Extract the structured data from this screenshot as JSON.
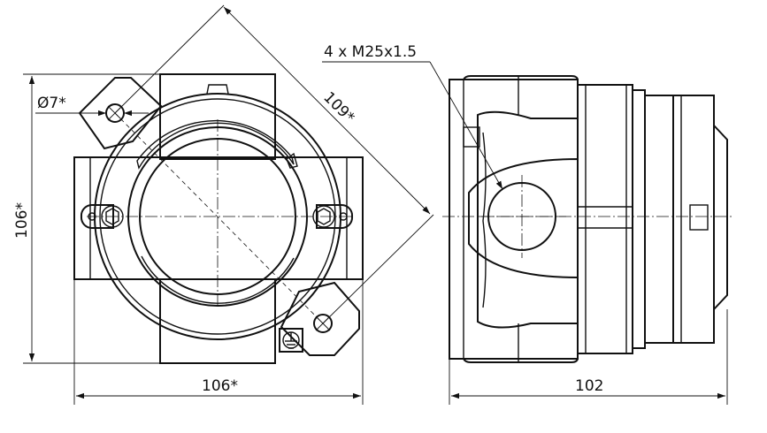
{
  "dimensions": {
    "hole_diameter": "Ø7*",
    "diagonal": "109*",
    "height": "106*",
    "width": "106*",
    "depth": "102",
    "thread_callout": "4 x M25x1.5"
  }
}
